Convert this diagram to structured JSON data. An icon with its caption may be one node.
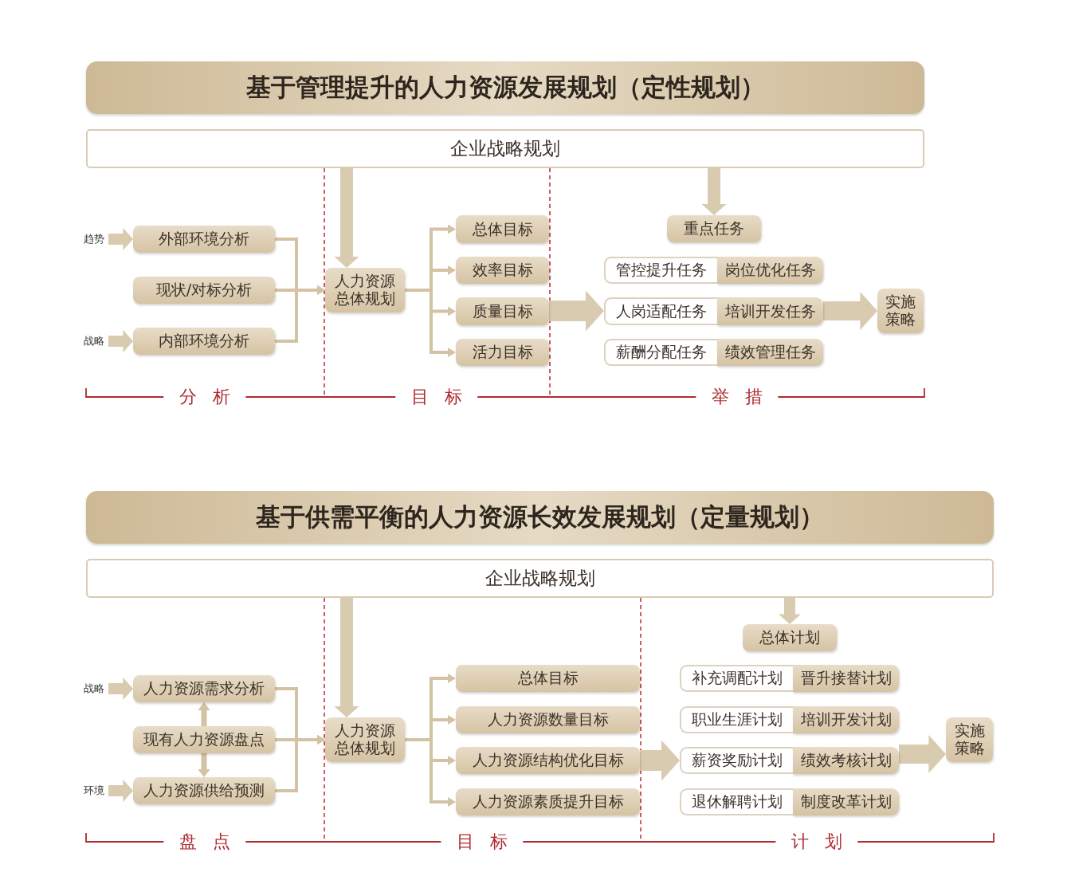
{
  "diagram": {
    "nodes": [
      {
        "text": [
          "基于管理提升的人力资源发展规划（定性规划）"
        ]
      },
      {
        "text": [
          "企业战略规划"
        ]
      },
      {
        "text": [
          "趋势"
        ]
      },
      {
        "text": [
          "外部环境分析"
        ]
      },
      {
        "text": [
          "现状/对标分析"
        ]
      },
      {
        "text": [
          "战略"
        ]
      },
      {
        "text": [
          "内部环境分析"
        ]
      },
      {
        "text": [
          "人力资源总体规划"
        ]
      },
      {
        "text": [
          "总体目标"
        ]
      },
      {
        "text": [
          "效率目标"
        ]
      },
      {
        "text": [
          "质量目标"
        ]
      },
      {
        "text": [
          "活力目标"
        ]
      },
      {
        "text": [
          "重点任务"
        ]
      },
      {
        "text": [
          "管控提升任务"
        ]
      },
      {
        "text": [
          "岗位优化任务"
        ]
      },
      {
        "text": [
          "人岗适配任务"
        ]
      },
      {
        "text": [
          "培训开发任务"
        ]
      },
      {
        "text": [
          "薪酬分配任务"
        ]
      },
      {
        "text": [
          "绩效管理任务"
        ]
      },
      {
        "text": [
          "实施策略"
        ]
      },
      {
        "text": [
          "基于供需平衡的人力资源长效发展规划（定量规划）"
        ]
      },
      {
        "text": [
          "企业战略规划"
        ]
      },
      {
        "text": [
          "战略"
        ]
      },
      {
        "text": [
          "人力资源需求分析"
        ]
      },
      {
        "text": [
          "现有人力资源盘点"
        ]
      },
      {
        "text": [
          "环境"
        ]
      },
      {
        "text": [
          "人力资源供给预测"
        ]
      },
      {
        "text": [
          "人力资源总体规划"
        ]
      },
      {
        "text": [
          "总体目标"
        ]
      },
      {
        "text": [
          "人力资源数量目标"
        ]
      },
      {
        "text": [
          "人力资源结构优化目标"
        ]
      },
      {
        "text": [
          "人力资源素质提升目标"
        ]
      },
      {
        "text": [
          "总体计划"
        ]
      },
      {
        "text": [
          "补充调配计划"
        ]
      },
      {
        "text": [
          "晋升接替计划"
        ]
      },
      {
        "text": [
          "职业生涯计划"
        ]
      },
      {
        "text": [
          "培训开发计划"
        ]
      },
      {
        "text": [
          "薪资奖励计划"
        ]
      },
      {
        "text": [
          "绩效考核计划"
        ]
      },
      {
        "text": [
          "退休解聘计划"
        ]
      },
      {
        "text": [
          "制度改革计划"
        ]
      },
      {
        "text": [
          "实施策略"
        ]
      }
    ],
    "edges": [
      {
        "from": 2,
        "to": 3,
        "arrow": "to"
      },
      {
        "from": 5,
        "to": 6,
        "arrow": "to"
      },
      {
        "from": 3,
        "to": 7,
        "arrow": "to"
      },
      {
        "from": 4,
        "to": 7,
        "arrow": "to"
      },
      {
        "from": 6,
        "to": 7,
        "arrow": "to"
      },
      {
        "from": 7,
        "to": 8,
        "arrow": "to"
      },
      {
        "from": 7,
        "to": 9,
        "arrow": "to"
      },
      {
        "from": 7,
        "to": 10,
        "arrow": "to"
      },
      {
        "from": 7,
        "to": 11,
        "arrow": "to"
      },
      {
        "from": 1,
        "to": 7,
        "arrow": "to"
      },
      {
        "from": 1,
        "to": 12,
        "arrow": "to"
      },
      {
        "from": 10,
        "to": 15,
        "arrow": "to"
      },
      {
        "from": 16,
        "to": 19,
        "arrow": "to"
      },
      {
        "from": 22,
        "to": 23,
        "arrow": "to"
      },
      {
        "from": 25,
        "to": 26,
        "arrow": "to"
      },
      {
        "from": 24,
        "to": 23,
        "arrow": "to"
      },
      {
        "from": 24,
        "to": 26,
        "arrow": "to"
      },
      {
        "from": 23,
        "to": 27,
        "arrow": "to"
      },
      {
        "from": 24,
        "to": 27,
        "arrow": "to"
      },
      {
        "from": 26,
        "to": 27,
        "arrow": "to"
      },
      {
        "from": 27,
        "to": 28,
        "arrow": "to"
      },
      {
        "from": 27,
        "to": 29,
        "arrow": "to"
      },
      {
        "from": 27,
        "to": 30,
        "arrow": "to"
      },
      {
        "from": 27,
        "to": 31,
        "arrow": "to"
      },
      {
        "from": 21,
        "to": 27,
        "arrow": "to"
      },
      {
        "from": 21,
        "to": 32,
        "arrow": "to"
      },
      {
        "from": 30,
        "to": 37,
        "arrow": "to"
      },
      {
        "from": 38,
        "to": 41,
        "arrow": "to"
      }
    ],
    "labels": [
      "分析",
      "目标",
      "举措",
      "盘点",
      "目标",
      "计划"
    ]
  }
}
